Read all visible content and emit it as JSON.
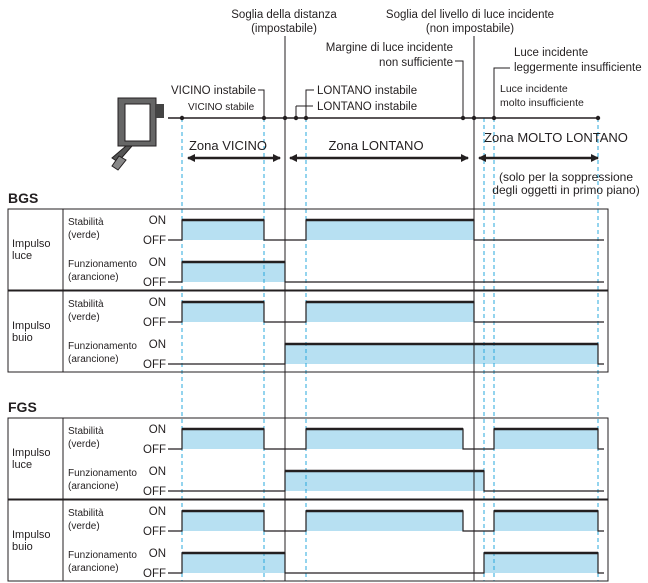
{
  "header": {
    "distance_threshold": [
      "Soglia della distanza",
      "(impostabile)"
    ],
    "light_threshold": [
      "Soglia del livello di luce incidente",
      "(non impostabile)"
    ],
    "margin_insufficient": [
      "Margine di luce incidente",
      "non sufficiente"
    ],
    "slightly_insufficient": [
      "Luce incidente",
      "leggermente insufficiente"
    ],
    "very_insufficient": [
      "Luce incidente",
      "molto insufficiente"
    ],
    "near_unstable": "VICINO instabile",
    "near_stable": "VICINO stabile",
    "far_unstable_1": "LONTANO instabile",
    "far_unstable_2": "LONTANO instabile"
  },
  "zones": {
    "near": "Zona VICINO",
    "far": "Zona LONTANO",
    "very_far": "Zona MOLTO LONTANO",
    "very_far_note": [
      "(solo per la soppressione",
      "degli oggetti in primo piano)"
    ]
  },
  "labels": {
    "on": "ON",
    "off": "OFF",
    "stability": [
      "Stabilità",
      "(verde)"
    ],
    "operation": [
      "Funzionamento",
      "(arancione)"
    ],
    "light_on": [
      "Impulso",
      "luce"
    ],
    "dark_on": [
      "Impulso",
      "buio"
    ]
  },
  "sections": [
    {
      "title": "BGS",
      "groups": [
        {
          "mode": "light_on",
          "rows": [
            {
              "kind": "stability",
              "on_segments": [
                [
                  1,
                  2
                ],
                [
                  5,
                  7
                ]
              ]
            },
            {
              "kind": "operation",
              "on_segments": [
                [
                  1,
                  4
                ]
              ]
            }
          ]
        },
        {
          "mode": "dark_on",
          "rows": [
            {
              "kind": "stability",
              "on_segments": [
                [
                  1,
                  2
                ],
                [
                  5,
                  7
                ]
              ]
            },
            {
              "kind": "operation",
              "on_segments": [
                [
                  4,
                  10
                ]
              ]
            }
          ]
        }
      ]
    },
    {
      "title": "FGS",
      "groups": [
        {
          "mode": "light_on",
          "rows": [
            {
              "kind": "stability",
              "on_segments": [
                [
                  1,
                  2
                ],
                [
                  5,
                  6
                ],
                [
                  9,
                  10
                ]
              ]
            },
            {
              "kind": "operation",
              "on_segments": [
                [
                  4,
                  8
                ]
              ]
            }
          ]
        },
        {
          "mode": "dark_on",
          "rows": [
            {
              "kind": "stability",
              "on_segments": [
                [
                  1,
                  2
                ],
                [
                  5,
                  6
                ],
                [
                  9,
                  10
                ]
              ]
            },
            {
              "kind": "operation",
              "on_segments": [
                [
                  1,
                  4
                ],
                [
                  8,
                  10
                ]
              ]
            }
          ]
        }
      ]
    }
  ],
  "colors": {
    "on_fill": "#b7e0f2",
    "line": "#231f20",
    "dashed": "#29a9dc"
  },
  "icons": {
    "sensor": "photoelectric-sensor-icon"
  }
}
